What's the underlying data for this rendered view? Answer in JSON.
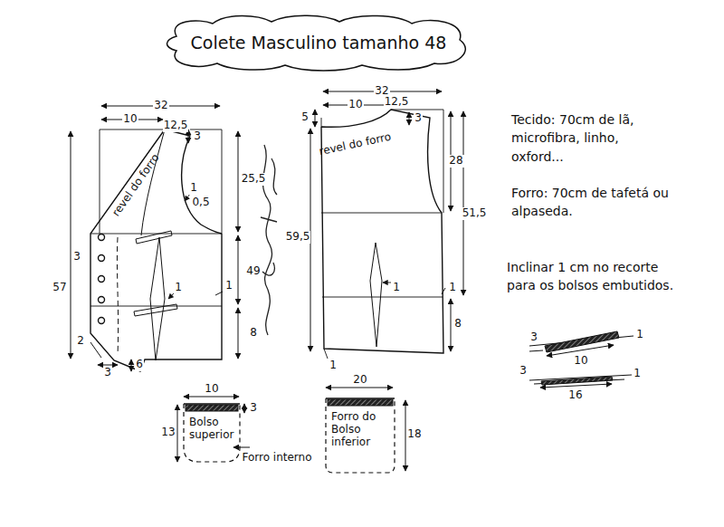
{
  "diagram": {
    "title": "Colete Masculino tamanho 48",
    "nodes": [
      {
        "text": [
          "Bolso superior"
        ]
      },
      {
        "text": [
          "Forro do Bolso inferior"
        ]
      }
    ],
    "labels": [
      "32",
      "10",
      "12,5",
      "3",
      "1",
      "0,5",
      "25,5",
      "49",
      "57",
      "3",
      "1",
      "1",
      "8",
      "2",
      "3",
      "6",
      "revel do forro",
      "32",
      "10",
      "12,5",
      "5",
      "3",
      "28",
      "59,5",
      "51,5",
      "revel do forro",
      "1",
      "1",
      "8",
      "1",
      "Tecido: 70cm de lã, microfibra, linho, oxford...",
      "Forro: 70cm de tafetá ou alpaseda.",
      "Inclinar 1 cm no recorte para os bolsos embutidos.",
      "3",
      "1",
      "10",
      "3",
      "1",
      "16",
      "10",
      "3",
      "13",
      "Forro interno",
      "20",
      "18"
    ]
  }
}
